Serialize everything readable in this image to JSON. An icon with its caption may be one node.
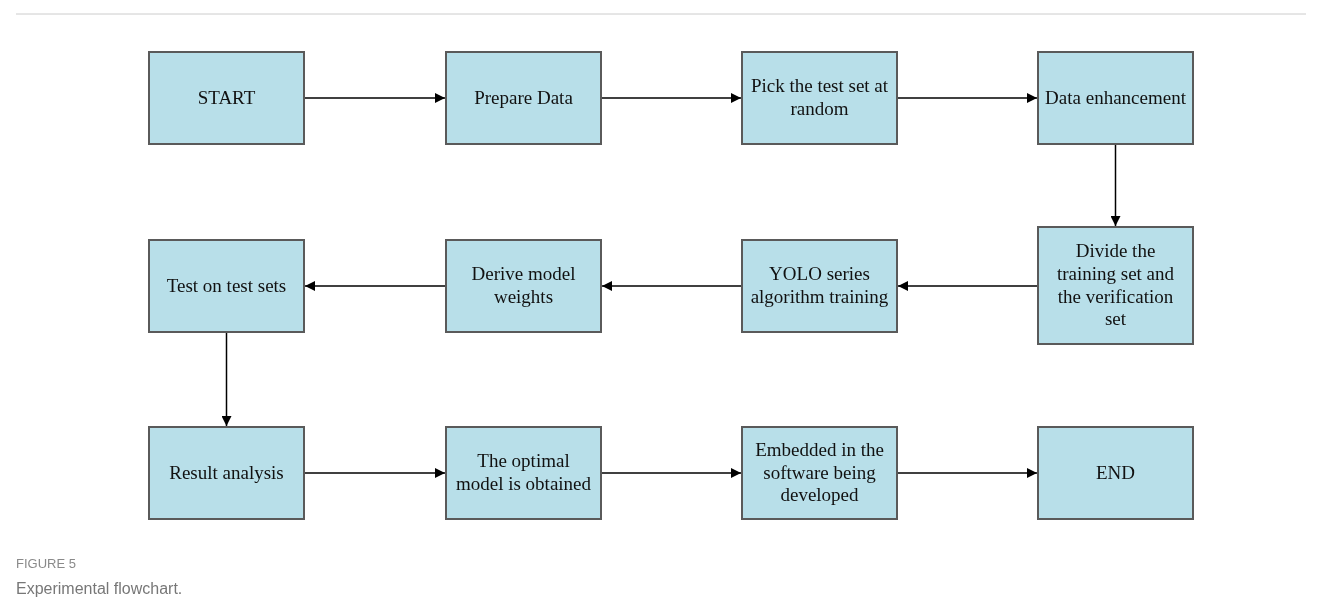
{
  "diagram": {
    "caption": "Experimental flowchart.",
    "nodes": [
      {
        "text": [
          "START"
        ]
      },
      {
        "text": [
          "Prepare Data"
        ]
      },
      {
        "text": [
          "Pick the test set at random"
        ]
      },
      {
        "text": [
          "Data enhancement"
        ]
      },
      {
        "text": [
          "Divide the training set and the verification set"
        ]
      },
      {
        "text": [
          "YOLO series algorithm training"
        ]
      },
      {
        "text": [
          "Derive model weights"
        ]
      },
      {
        "text": [
          "Test on test sets"
        ]
      },
      {
        "text": [
          "Result analysis"
        ]
      },
      {
        "text": [
          "The optimal model is obtained"
        ]
      },
      {
        "text": [
          "Embedded in the software being developed"
        ]
      },
      {
        "text": [
          "END"
        ]
      }
    ],
    "edges": [
      {
        "from": 0,
        "to": 1,
        "arrow": "to"
      },
      {
        "from": 1,
        "to": 2,
        "arrow": "to"
      },
      {
        "from": 2,
        "to": 3,
        "arrow": "to"
      },
      {
        "from": 3,
        "to": 4,
        "arrow": "to"
      },
      {
        "from": 4,
        "to": 5,
        "arrow": "to"
      },
      {
        "from": 5,
        "to": 6,
        "arrow": "to"
      },
      {
        "from": 6,
        "to": 7,
        "arrow": "to"
      },
      {
        "from": 7,
        "to": 8,
        "arrow": "to"
      },
      {
        "from": 8,
        "to": 9,
        "arrow": "to"
      },
      {
        "from": 9,
        "to": 10,
        "arrow": "to"
      },
      {
        "from": 10,
        "to": 11,
        "arrow": "to"
      }
    ],
    "labels": [
      "FIGURE 5"
    ]
  }
}
